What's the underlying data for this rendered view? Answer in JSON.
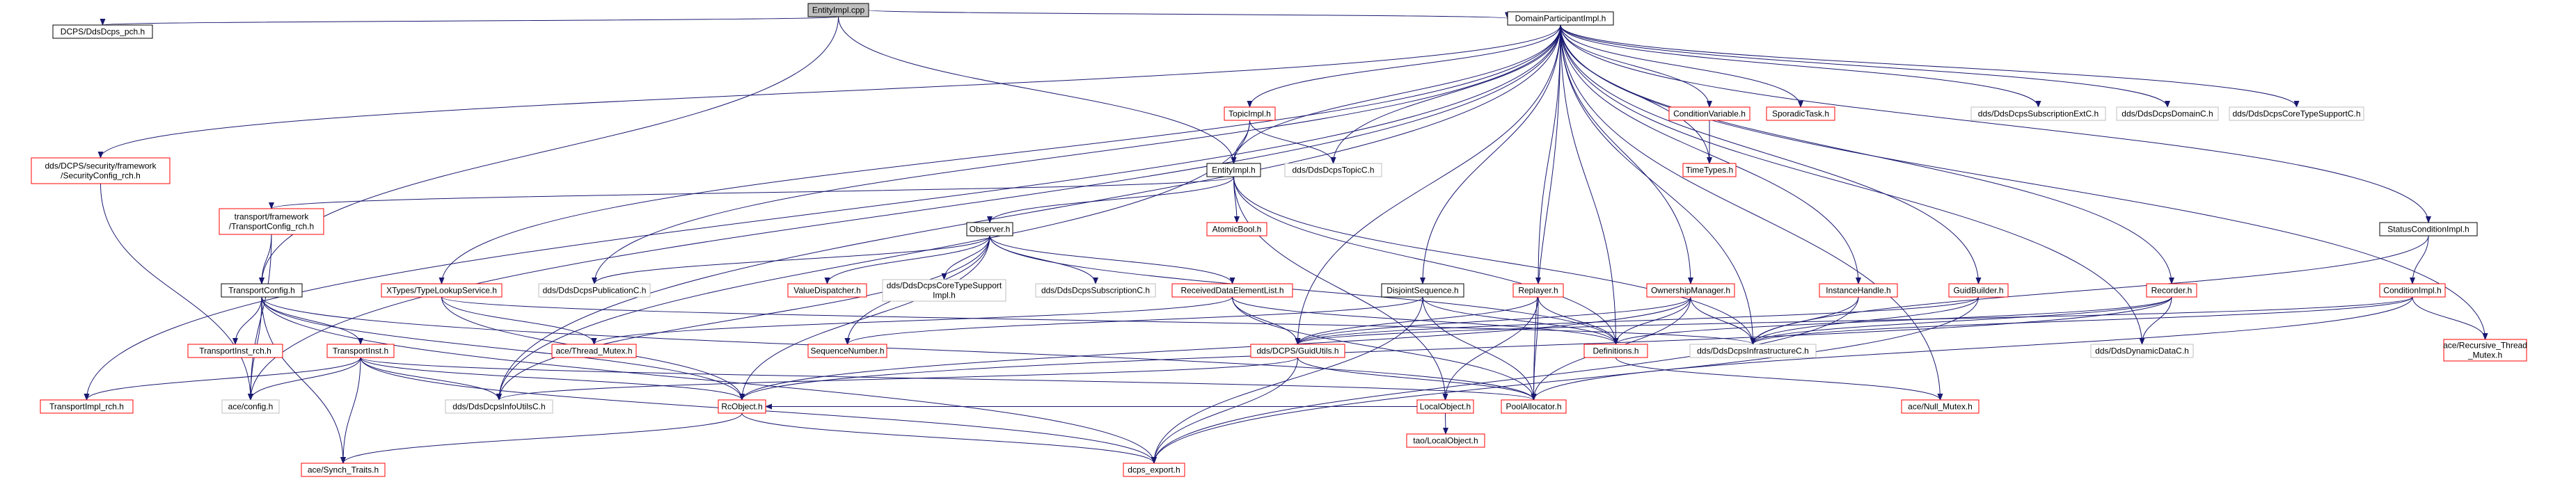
{
  "colors": {
    "edge": "#191970",
    "focus_fill": "#bfbfbf",
    "focus_border": "#000000",
    "linked_border": "#ff0000",
    "plain_border": "#000000",
    "external_border": "#bfbfbf",
    "node_fill": "#ffffff",
    "text": "#000000"
  },
  "graph": {
    "nodes": [
      {
        "id": "entityimpl_cpp",
        "lines": [
          "EntityImpl.cpp"
        ],
        "kind": "focus"
      },
      {
        "id": "dcps_pch",
        "lines": [
          "DCPS/DdsDcps_pch.h"
        ],
        "kind": "plain"
      },
      {
        "id": "domainparticipantimpl_h",
        "lines": [
          "DomainParticipantImpl.h"
        ],
        "kind": "plain"
      },
      {
        "id": "topicimpl_h",
        "lines": [
          "TopicImpl.h"
        ],
        "kind": "linked"
      },
      {
        "id": "conditionvariable_h",
        "lines": [
          "ConditionVariable.h"
        ],
        "kind": "linked"
      },
      {
        "id": "sporadictask_h",
        "lines": [
          "SporadicTask.h"
        ],
        "kind": "linked"
      },
      {
        "id": "subscriptionextc_h",
        "lines": [
          "dds/DdsDcpsSubscriptionExtC.h"
        ],
        "kind": "external"
      },
      {
        "id": "domainc_h",
        "lines": [
          "dds/DdsDcpsDomainC.h"
        ],
        "kind": "external"
      },
      {
        "id": "coretypesupportc_h",
        "lines": [
          "dds/DdsDcpsCoreTypeSupportC.h"
        ],
        "kind": "external"
      },
      {
        "id": "securityconfig_rch",
        "lines": [
          "dds/DCPS/security/framework",
          "/SecurityConfig_rch.h"
        ],
        "kind": "linked"
      },
      {
        "id": "entityimpl_h",
        "lines": [
          "EntityImpl.h"
        ],
        "kind": "plain"
      },
      {
        "id": "topicc_h",
        "lines": [
          "dds/DdsDcpsTopicC.h"
        ],
        "kind": "external"
      },
      {
        "id": "timetypes_h",
        "lines": [
          "TimeTypes.h"
        ],
        "kind": "linked"
      },
      {
        "id": "transportconfig_rch",
        "lines": [
          "transport/framework",
          "/TransportConfig_rch.h"
        ],
        "kind": "linked"
      },
      {
        "id": "atomicbool_h",
        "lines": [
          "AtomicBool.h"
        ],
        "kind": "linked"
      },
      {
        "id": "statusconditionimpl_h",
        "lines": [
          "StatusConditionImpl.h"
        ],
        "kind": "plain"
      },
      {
        "id": "observer_h",
        "lines": [
          "Observer.h"
        ],
        "kind": "plain"
      },
      {
        "id": "transportconfig_h",
        "lines": [
          "TransportConfig.h"
        ],
        "kind": "plain"
      },
      {
        "id": "typelookupservice_h",
        "lines": [
          "XTypes/TypeLookupService.h"
        ],
        "kind": "linked"
      },
      {
        "id": "publicationc_h",
        "lines": [
          "dds/DdsDcpsPublicationC.h"
        ],
        "kind": "external"
      },
      {
        "id": "valuedispatcher_h",
        "lines": [
          "ValueDispatcher.h"
        ],
        "kind": "linked"
      },
      {
        "id": "coretypesupportimpl_h",
        "lines": [
          "dds/DdsDcpsCoreTypeSupport",
          "Impl.h"
        ],
        "kind": "external"
      },
      {
        "id": "subscriptionc_h",
        "lines": [
          "dds/DdsDcpsSubscriptionC.h"
        ],
        "kind": "external"
      },
      {
        "id": "receiveddataelementlist_h",
        "lines": [
          "ReceivedDataElementList.h"
        ],
        "kind": "linked"
      },
      {
        "id": "disjointsequence_h",
        "lines": [
          "DisjointSequence.h"
        ],
        "kind": "plain"
      },
      {
        "id": "replayer_h",
        "lines": [
          "Replayer.h"
        ],
        "kind": "linked"
      },
      {
        "id": "ownershipmanager_h",
        "lines": [
          "OwnershipManager.h"
        ],
        "kind": "linked"
      },
      {
        "id": "instancehandle_h",
        "lines": [
          "InstanceHandle.h"
        ],
        "kind": "linked"
      },
      {
        "id": "guidbuilder_h",
        "lines": [
          "GuidBuilder.h"
        ],
        "kind": "linked"
      },
      {
        "id": "recorder_h",
        "lines": [
          "Recorder.h"
        ],
        "kind": "linked"
      },
      {
        "id": "conditionimpl_h",
        "lines": [
          "ConditionImpl.h"
        ],
        "kind": "linked"
      },
      {
        "id": "transportinst_rch",
        "lines": [
          "TransportInst_rch.h"
        ],
        "kind": "linked"
      },
      {
        "id": "transportinst_h",
        "lines": [
          "TransportInst.h"
        ],
        "kind": "linked"
      },
      {
        "id": "thread_mutex_h",
        "lines": [
          "ace/Thread_Mutex.h"
        ],
        "kind": "linked"
      },
      {
        "id": "sequencenumber_h",
        "lines": [
          "SequenceNumber.h"
        ],
        "kind": "linked"
      },
      {
        "id": "guidutils_h",
        "lines": [
          "dds/DCPS/GuidUtils.h"
        ],
        "kind": "linked"
      },
      {
        "id": "definitions_h",
        "lines": [
          "Definitions.h"
        ],
        "kind": "linked"
      },
      {
        "id": "infrastructurec_h",
        "lines": [
          "dds/DdsDcpsInfrastructureC.h"
        ],
        "kind": "external"
      },
      {
        "id": "dynamicdatac_h",
        "lines": [
          "dds/DdsDynamicDataC.h"
        ],
        "kind": "external"
      },
      {
        "id": "recursive_thread_mutex_h",
        "lines": [
          "ace/Recursive_Thread",
          "_Mutex.h"
        ],
        "kind": "linked"
      },
      {
        "id": "transportimpl_rch",
        "lines": [
          "TransportImpl_rch.h"
        ],
        "kind": "linked"
      },
      {
        "id": "ace_config_h",
        "lines": [
          "ace/config.h"
        ],
        "kind": "external"
      },
      {
        "id": "infoutilsc_h",
        "lines": [
          "dds/DdsDcpsInfoUtilsC.h"
        ],
        "kind": "external"
      },
      {
        "id": "rcobject_h",
        "lines": [
          "RcObject.h"
        ],
        "kind": "linked"
      },
      {
        "id": "localobject_h",
        "lines": [
          "LocalObject.h"
        ],
        "kind": "linked"
      },
      {
        "id": "poolallocator_h",
        "lines": [
          "PoolAllocator.h"
        ],
        "kind": "linked"
      },
      {
        "id": "null_mutex_h",
        "lines": [
          "ace/Null_Mutex.h"
        ],
        "kind": "linked"
      },
      {
        "id": "tao_localobject_h",
        "lines": [
          "tao/LocalObject.h"
        ],
        "kind": "linked"
      },
      {
        "id": "synch_traits_h",
        "lines": [
          "ace/Synch_Traits.h"
        ],
        "kind": "linked"
      },
      {
        "id": "dcps_export_h",
        "lines": [
          "dcps_export.h"
        ],
        "kind": "linked"
      }
    ],
    "edges": [
      [
        "entityimpl_cpp",
        "dcps_pch"
      ],
      [
        "entityimpl_cpp",
        "domainparticipantimpl_h"
      ],
      [
        "entityimpl_cpp",
        "entityimpl_h"
      ],
      [
        "entityimpl_cpp",
        "transportconfig_h"
      ],
      [
        "domainparticipantimpl_h",
        "topicimpl_h"
      ],
      [
        "domainparticipantimpl_h",
        "conditionvariable_h"
      ],
      [
        "domainparticipantimpl_h",
        "sporadictask_h"
      ],
      [
        "domainparticipantimpl_h",
        "subscriptionextc_h"
      ],
      [
        "domainparticipantimpl_h",
        "domainc_h"
      ],
      [
        "domainparticipantimpl_h",
        "coretypesupportc_h"
      ],
      [
        "domainparticipantimpl_h",
        "securityconfig_rch"
      ],
      [
        "domainparticipantimpl_h",
        "entityimpl_h"
      ],
      [
        "domainparticipantimpl_h",
        "topicc_h"
      ],
      [
        "domainparticipantimpl_h",
        "timetypes_h"
      ],
      [
        "domainparticipantimpl_h",
        "statusconditionimpl_h"
      ],
      [
        "domainparticipantimpl_h",
        "typelookupservice_h"
      ],
      [
        "domainparticipantimpl_h",
        "publicationc_h"
      ],
      [
        "domainparticipantimpl_h",
        "disjointsequence_h"
      ],
      [
        "domainparticipantimpl_h",
        "replayer_h"
      ],
      [
        "domainparticipantimpl_h",
        "ownershipmanager_h"
      ],
      [
        "domainparticipantimpl_h",
        "instancehandle_h"
      ],
      [
        "domainparticipantimpl_h",
        "guidbuilder_h"
      ],
      [
        "domainparticipantimpl_h",
        "recorder_h"
      ],
      [
        "domainparticipantimpl_h",
        "transportimpl_rch"
      ],
      [
        "domainparticipantimpl_h",
        "ace_config_h"
      ],
      [
        "domainparticipantimpl_h",
        "infoutilsc_h"
      ],
      [
        "domainparticipantimpl_h",
        "guidutils_h"
      ],
      [
        "domainparticipantimpl_h",
        "definitions_h"
      ],
      [
        "domainparticipantimpl_h",
        "infrastructurec_h"
      ],
      [
        "domainparticipantimpl_h",
        "dynamicdatac_h"
      ],
      [
        "domainparticipantimpl_h",
        "recursive_thread_mutex_h"
      ],
      [
        "domainparticipantimpl_h",
        "poolallocator_h"
      ],
      [
        "domainparticipantimpl_h",
        "null_mutex_h"
      ],
      [
        "topicimpl_h",
        "entityimpl_h"
      ],
      [
        "topicimpl_h",
        "topicc_h"
      ],
      [
        "topicimpl_h",
        "infoutilsc_h"
      ],
      [
        "conditionvariable_h",
        "timetypes_h"
      ],
      [
        "securityconfig_rch",
        "ace_config_h"
      ],
      [
        "entityimpl_h",
        "transportconfig_rch"
      ],
      [
        "entityimpl_h",
        "atomicbool_h"
      ],
      [
        "entityimpl_h",
        "observer_h"
      ],
      [
        "entityimpl_h",
        "localobject_h"
      ],
      [
        "entityimpl_h",
        "definitions_h"
      ],
      [
        "entityimpl_h",
        "infrastructurec_h"
      ],
      [
        "transportconfig_rch",
        "transportconfig_h"
      ],
      [
        "transportconfig_rch",
        "ace_config_h"
      ],
      [
        "statusconditionimpl_h",
        "conditionimpl_h"
      ],
      [
        "statusconditionimpl_h",
        "infrastructurec_h"
      ],
      [
        "observer_h",
        "publicationc_h"
      ],
      [
        "observer_h",
        "valuedispatcher_h"
      ],
      [
        "observer_h",
        "coretypesupportimpl_h"
      ],
      [
        "observer_h",
        "subscriptionc_h"
      ],
      [
        "observer_h",
        "receiveddataelementlist_h"
      ],
      [
        "observer_h",
        "rcobject_h"
      ],
      [
        "observer_h",
        "infoutilsc_h"
      ],
      [
        "observer_h",
        "sequencenumber_h"
      ],
      [
        "observer_h",
        "definitions_h"
      ],
      [
        "transportconfig_h",
        "transportinst_rch"
      ],
      [
        "transportconfig_h",
        "transportinst_h"
      ],
      [
        "transportconfig_h",
        "ace_config_h"
      ],
      [
        "transportconfig_h",
        "rcobject_h"
      ],
      [
        "transportconfig_h",
        "poolallocator_h"
      ],
      [
        "transportconfig_h",
        "synch_traits_h"
      ],
      [
        "transportconfig_h",
        "dcps_export_h"
      ],
      [
        "typelookupservice_h",
        "thread_mutex_h"
      ],
      [
        "typelookupservice_h",
        "rcobject_h"
      ],
      [
        "typelookupservice_h",
        "infrastructurec_h"
      ],
      [
        "receiveddataelementlist_h",
        "thread_mutex_h"
      ],
      [
        "receiveddataelementlist_h",
        "guidutils_h"
      ],
      [
        "receiveddataelementlist_h",
        "definitions_h"
      ],
      [
        "receiveddataelementlist_h",
        "poolallocator_h"
      ],
      [
        "disjointsequence_h",
        "sequencenumber_h"
      ],
      [
        "disjointsequence_h",
        "definitions_h"
      ],
      [
        "disjointsequence_h",
        "poolallocator_h"
      ],
      [
        "disjointsequence_h",
        "dcps_export_h"
      ],
      [
        "replayer_h",
        "guidutils_h"
      ],
      [
        "replayer_h",
        "localobject_h"
      ],
      [
        "replayer_h",
        "definitions_h"
      ],
      [
        "replayer_h",
        "poolallocator_h"
      ],
      [
        "ownershipmanager_h",
        "guidutils_h"
      ],
      [
        "ownershipmanager_h",
        "definitions_h"
      ],
      [
        "ownershipmanager_h",
        "infrastructurec_h"
      ],
      [
        "ownershipmanager_h",
        "poolallocator_h"
      ],
      [
        "ownershipmanager_h",
        "rcobject_h"
      ],
      [
        "instancehandle_h",
        "infrastructurec_h"
      ],
      [
        "instancehandle_h",
        "dcps_export_h"
      ],
      [
        "guidbuilder_h",
        "guidutils_h"
      ],
      [
        "guidbuilder_h",
        "infrastructurec_h"
      ],
      [
        "guidbuilder_h",
        "dcps_export_h"
      ],
      [
        "recorder_h",
        "definitions_h"
      ],
      [
        "recorder_h",
        "infrastructurec_h"
      ],
      [
        "recorder_h",
        "dynamicdatac_h"
      ],
      [
        "recorder_h",
        "rcobject_h"
      ],
      [
        "conditionimpl_h",
        "recursive_thread_mutex_h"
      ],
      [
        "conditionimpl_h",
        "infrastructurec_h"
      ],
      [
        "conditionimpl_h",
        "poolallocator_h"
      ],
      [
        "conditionimpl_h",
        "guidutils_h"
      ],
      [
        "transportinst_h",
        "transportimpl_rch"
      ],
      [
        "transportinst_h",
        "ace_config_h"
      ],
      [
        "transportinst_h",
        "infoutilsc_h"
      ],
      [
        "transportinst_h",
        "rcobject_h"
      ],
      [
        "transportinst_h",
        "poolallocator_h"
      ],
      [
        "transportinst_h",
        "synch_traits_h"
      ],
      [
        "transportinst_h",
        "dcps_export_h"
      ],
      [
        "guidutils_h",
        "infoutilsc_h"
      ],
      [
        "guidutils_h",
        "poolallocator_h"
      ],
      [
        "guidutils_h",
        "dcps_export_h"
      ],
      [
        "rcobject_h",
        "synch_traits_h"
      ],
      [
        "rcobject_h",
        "dcps_export_h"
      ],
      [
        "localobject_h",
        "tao_localobject_h"
      ],
      [
        "localobject_h",
        "rcobject_h"
      ],
      [
        "definitions_h",
        "null_mutex_h"
      ]
    ]
  }
}
